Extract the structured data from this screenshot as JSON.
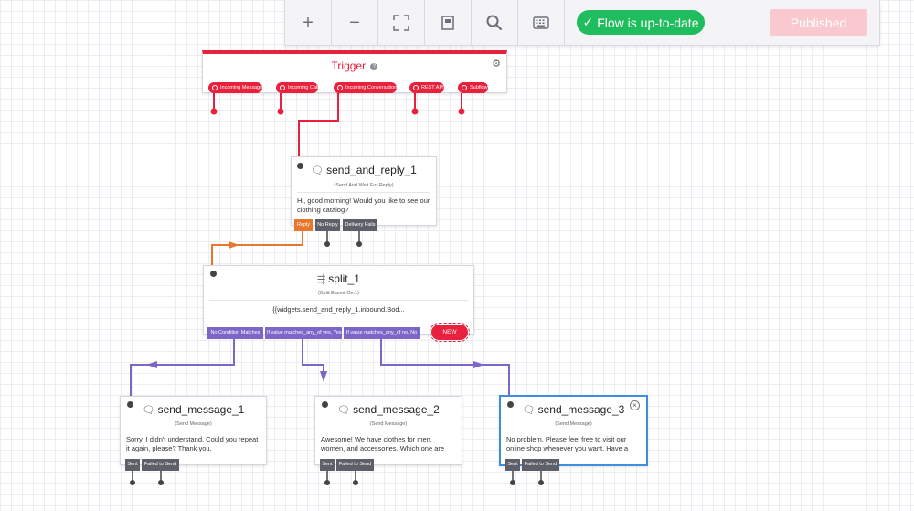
{
  "toolbar": {
    "zoom_in_icon": "+",
    "zoom_out_icon": "−",
    "fit_icon": "⛶",
    "flow_status": "Flow is up-to-date",
    "flow_status_check": "✓",
    "published_label": "Published"
  },
  "trigger": {
    "title": "Trigger",
    "help": "?",
    "pills": [
      {
        "label": "Incoming Message"
      },
      {
        "label": "Incoming Call"
      },
      {
        "label": "Incoming Conversation"
      },
      {
        "label": "REST API"
      },
      {
        "label": "Subflow"
      }
    ]
  },
  "send_and_reply": {
    "title": "send_and_reply_1",
    "subtitle": "(Send And Wait For Reply)",
    "body": "Hi, good morning! Would you like to see our clothing catalog?",
    "ports": [
      "Reply",
      "No Reply",
      "Delivery Fails"
    ]
  },
  "split": {
    "title": "split_1",
    "subtitle": "(Split Based On...)",
    "body": "{{widgets.send_and_reply_1.inbound.Bod...",
    "ports": [
      "No Condition Matches",
      "If value matches_any_of yes, Yes",
      "If value matches_any_of no, No"
    ],
    "new_label": "NEW"
  },
  "messages": [
    {
      "title": "send_message_1",
      "subtitle": "(Send Message)",
      "body": "Sorry, I didn't understand. Could you repeat it again, please? Thank you.",
      "ports": [
        "Sent",
        "Failed to Send"
      ]
    },
    {
      "title": "send_message_2",
      "subtitle": "(Send Message)",
      "body": "Awesome! We have clothes for men, women, and accessories. Which one are",
      "ports": [
        "Sent",
        "Failed to Send"
      ]
    },
    {
      "title": "send_message_3",
      "subtitle": "(Send Message)",
      "body": "No problem. Please feel free to visit our online shop whenever you want. Have a",
      "ports": [
        "Sent",
        "Failed to Send"
      ]
    }
  ],
  "colors": {
    "trigger_red": "#e8213d",
    "reply_orange": "#e8772e",
    "split_purple": "#7c67c9",
    "status_green": "#1fbd5e",
    "published_pink": "#f9c9cf",
    "selected_blue": "#3e8ede"
  }
}
